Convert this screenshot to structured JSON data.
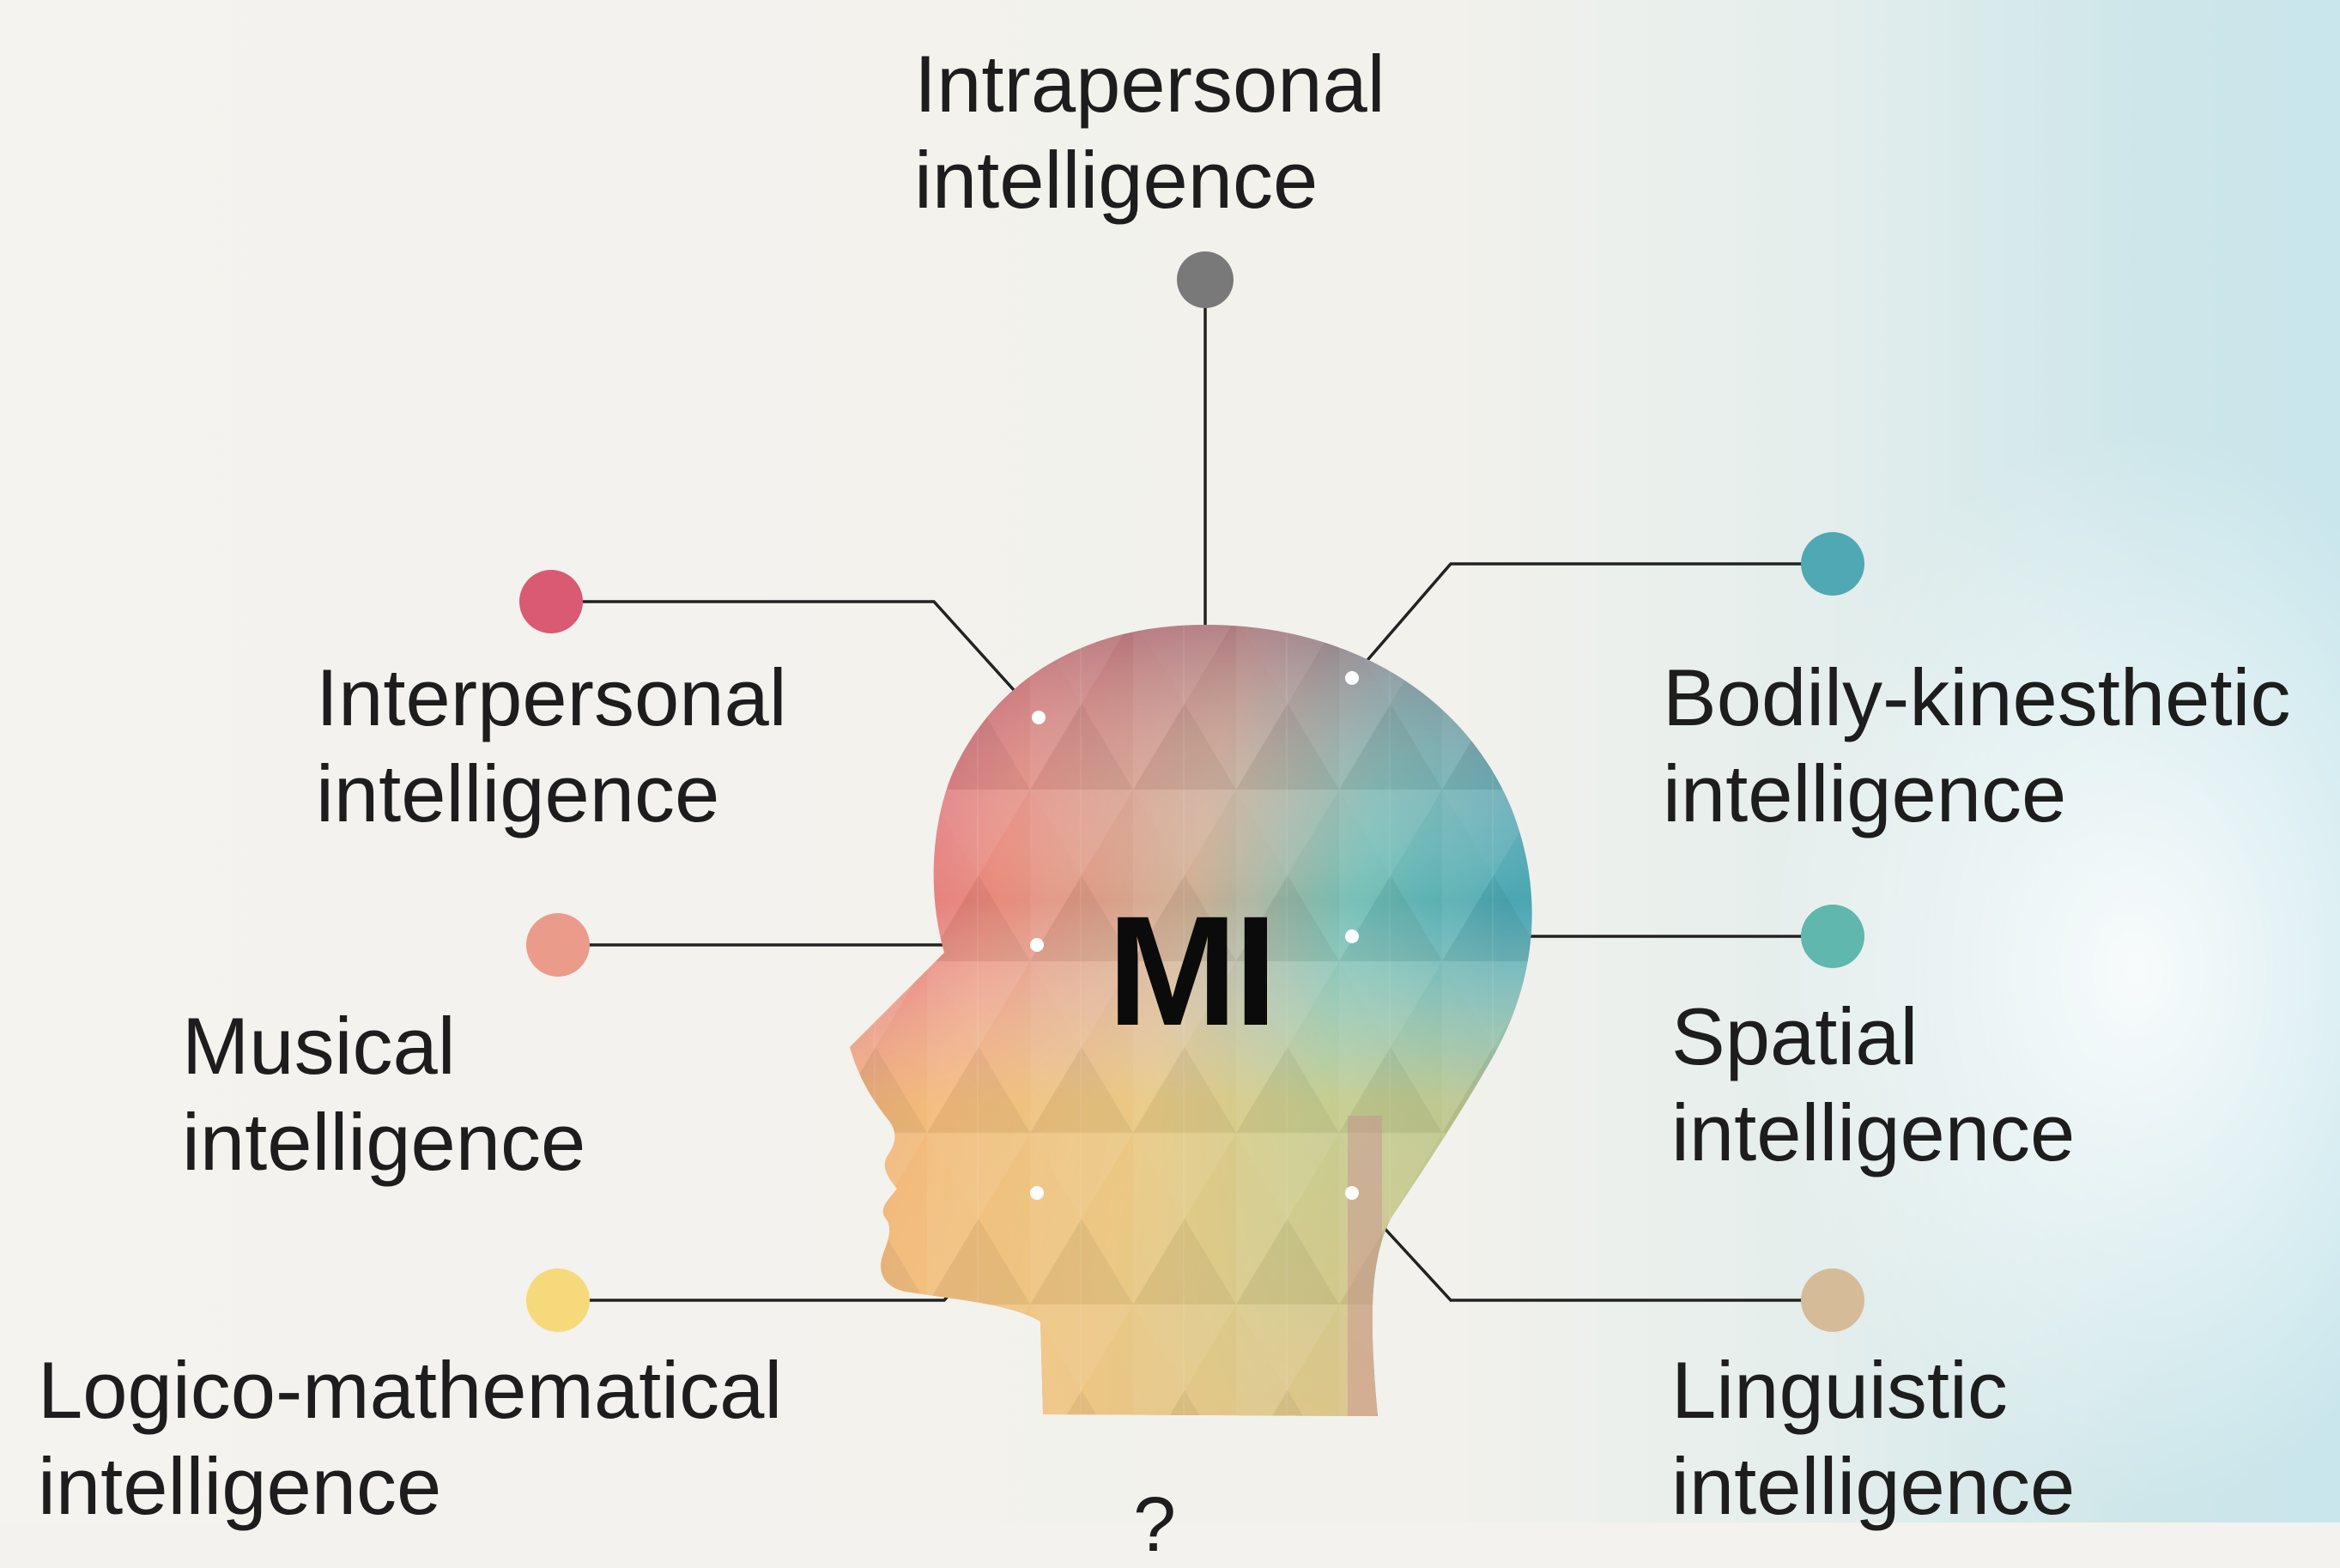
{
  "center_label": "MI",
  "colors": {
    "intrapersonal": "#7a7979",
    "interpersonal": "#d95a72",
    "musical": "#eb9b8a",
    "logico_mathematical": "#f6d97a",
    "bodily_kinesthetic": "#4fa8b3",
    "spatial": "#5fb7ad",
    "linguistic": "#d6bb98",
    "connector_line": "#222222"
  },
  "intelligences": [
    {
      "key": "intrapersonal",
      "line1": "Intrapersonal",
      "line2": "intelligence"
    },
    {
      "key": "interpersonal",
      "line1": "Interpersonal",
      "line2": "intelligence"
    },
    {
      "key": "musical",
      "line1": "Musical",
      "line2": "intelligence"
    },
    {
      "key": "logico_mathematical",
      "line1": "Logico-mathematical",
      "line2": "intelligence"
    },
    {
      "key": "bodily_kinesthetic",
      "line1": "Bodily-kinesthetic",
      "line2": "intelligence"
    },
    {
      "key": "spatial",
      "line1": "Spatial",
      "line2": "intelligence"
    },
    {
      "key": "linguistic",
      "line1": "Linguistic",
      "line2": "intelligence"
    }
  ],
  "bottom_partial_text": "?"
}
